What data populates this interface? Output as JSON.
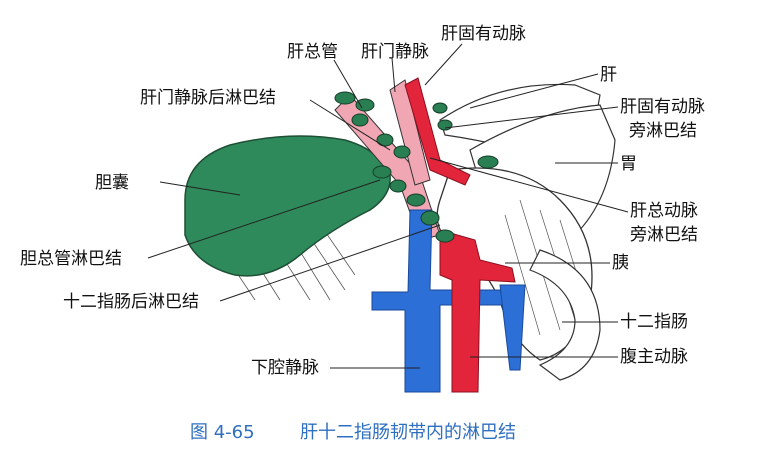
{
  "colors": {
    "gallbladder": "#2e8a5a",
    "node": "#2a7f52",
    "vein": "#2c6fd6",
    "artery": "#e2253a",
    "bileduct": "#f1a6b4",
    "outline": "#333333",
    "caption": "#2f6fc0"
  },
  "labels": {
    "common_hepatic_duct": "肝总管",
    "portal_vein": "肝门静脉",
    "proper_hepatic_artery": "肝固有动脉",
    "liver": "肝",
    "retro_portal_nodes": "肝门静脉后淋巴结",
    "pha_nodes_l1": "肝固有动脉",
    "pha_nodes_l2": "旁淋巴结",
    "stomach": "胃",
    "gallbladder": "胆囊",
    "cha_nodes_l1": "肝总动脉",
    "cha_nodes_l2": "旁淋巴结",
    "cbd_nodes": "胆总管淋巴结",
    "pancreas": "胰",
    "retro_duodenal_nodes": "十二指肠后淋巴结",
    "duodenum": "十二指肠",
    "ivc": "下腔静脉",
    "aorta": "腹主动脉"
  },
  "caption": {
    "number": "图 4-65",
    "title": "肝十二指肠韧带内的淋巴结"
  }
}
